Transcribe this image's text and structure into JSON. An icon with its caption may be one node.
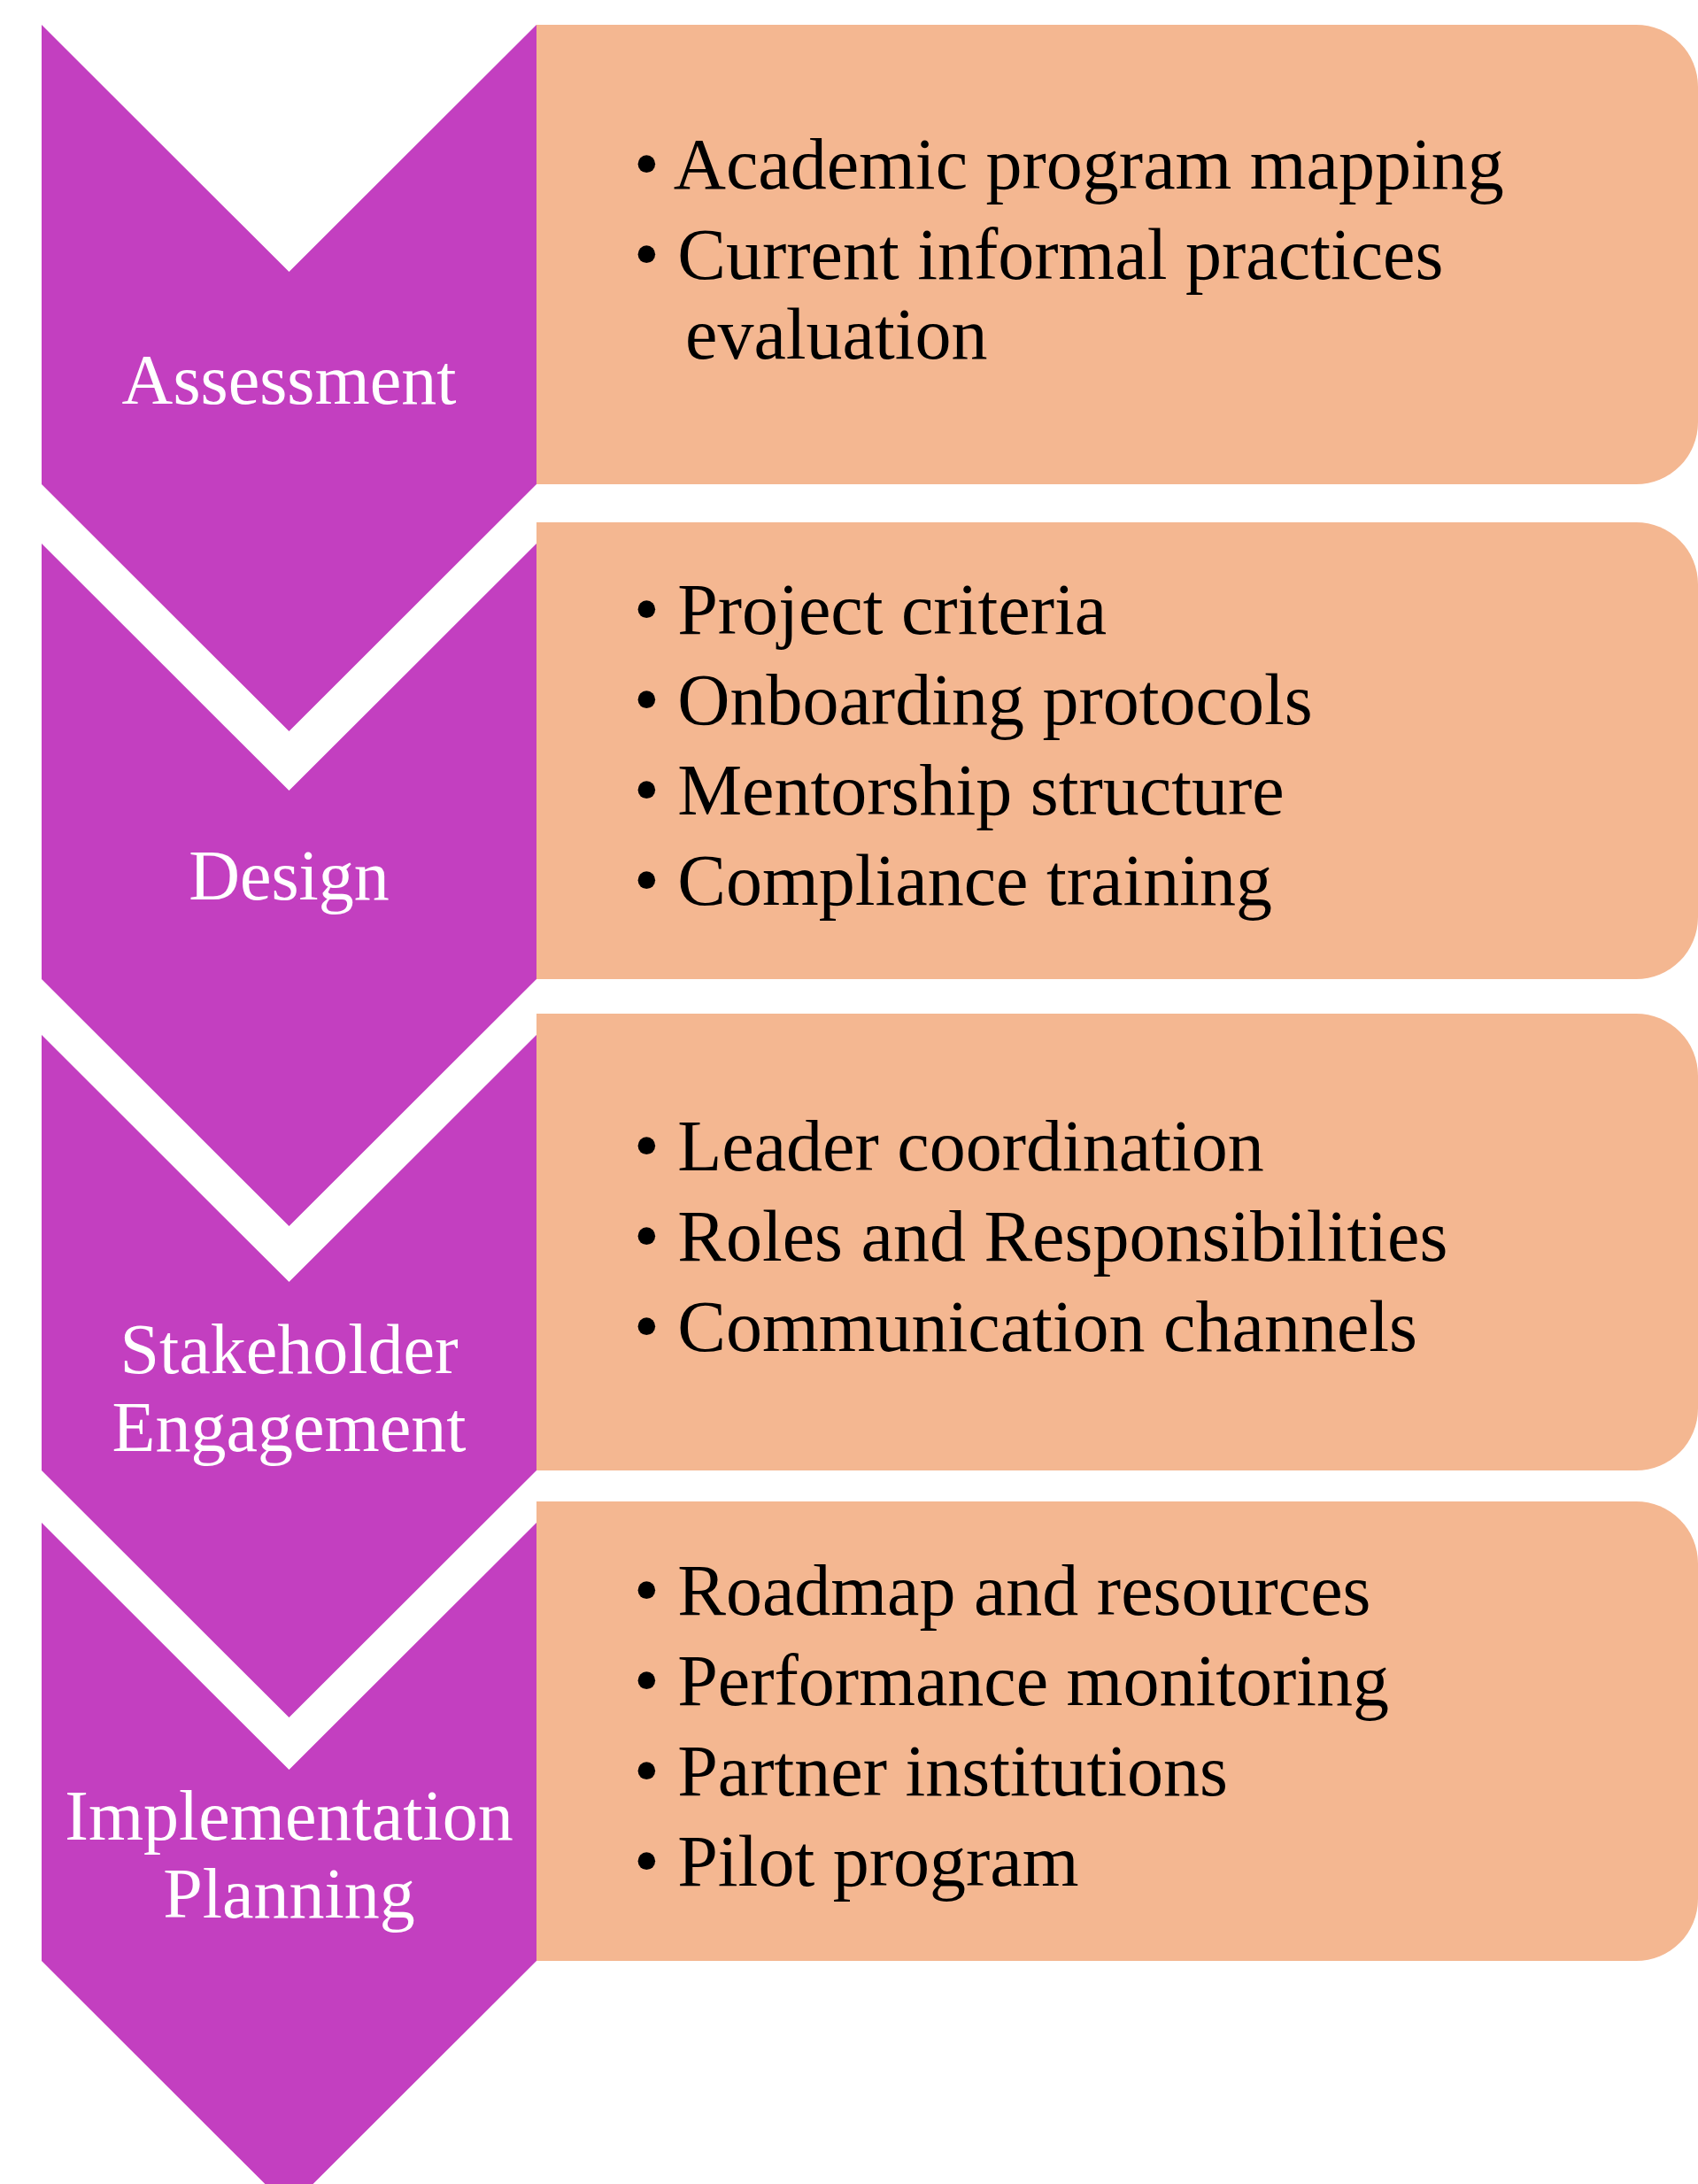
{
  "diagram": {
    "nodes": [
      {
        "text": [
          "Assessment"
        ]
      },
      {
        "text": [
          "• Academic program mapping",
          "• Current informal practices evaluation"
        ]
      },
      {
        "text": [
          "Design"
        ]
      },
      {
        "text": [
          "• Project criteria",
          "• Onboarding protocols",
          "• Mentorship structure",
          "• Compliance training"
        ]
      },
      {
        "text": [
          "Stakeholder Engagement"
        ]
      },
      {
        "text": [
          "• Leader coordination",
          "• Roles and Responsibilities",
          "• Communication channels"
        ]
      },
      {
        "text": [
          "Implementation Planning"
        ]
      },
      {
        "text": [
          "• Roadmap and resources",
          "• Performance monitoring",
          "• Partner institutions",
          "• Pilot program"
        ]
      }
    ],
    "edges": []
  }
}
